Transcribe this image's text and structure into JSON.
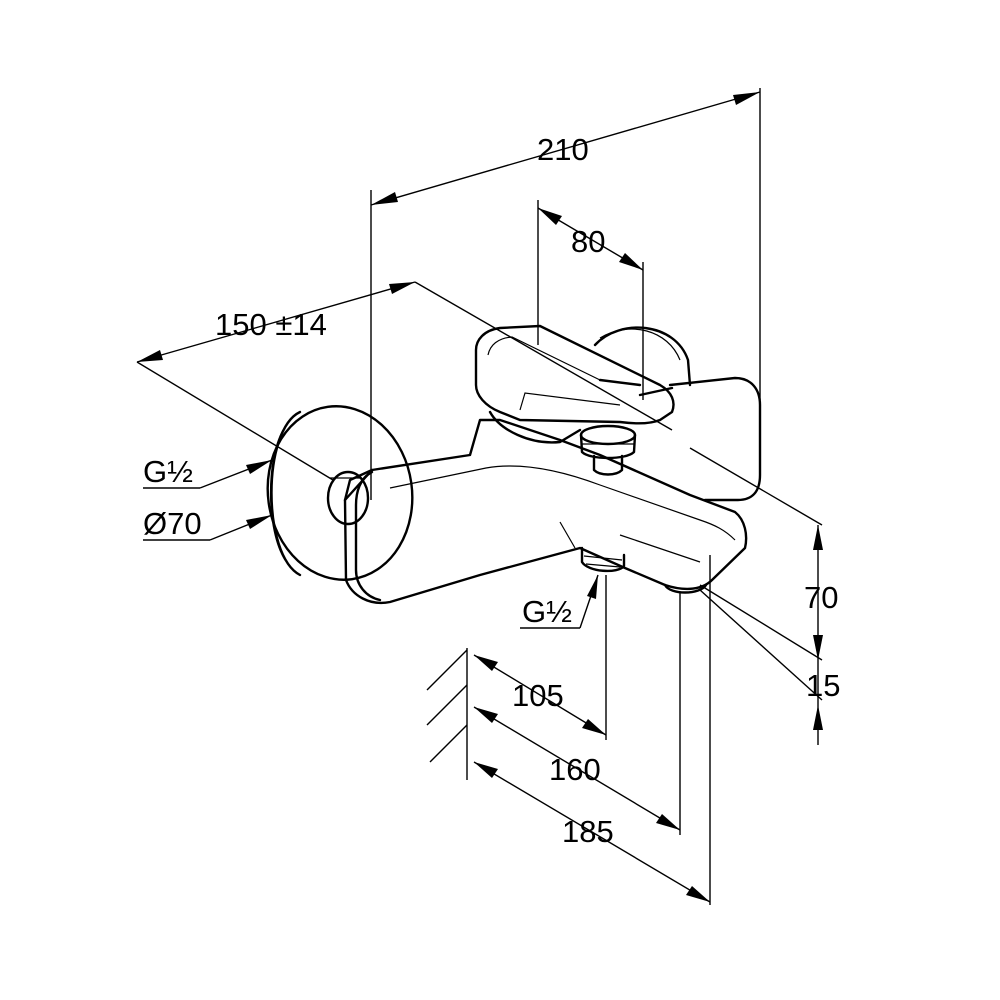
{
  "dimensions": {
    "overall_width": "210",
    "handle_offset": "80",
    "center_distance": "150 ±14",
    "height": "70",
    "bottom_offset": "15",
    "outlet_projection": "105",
    "spout_projection_1": "160",
    "spout_projection_2": "185"
  },
  "connections": {
    "inlet_thread": "G½",
    "rosette_diameter": "Ø70",
    "outlet_thread": "G½"
  }
}
